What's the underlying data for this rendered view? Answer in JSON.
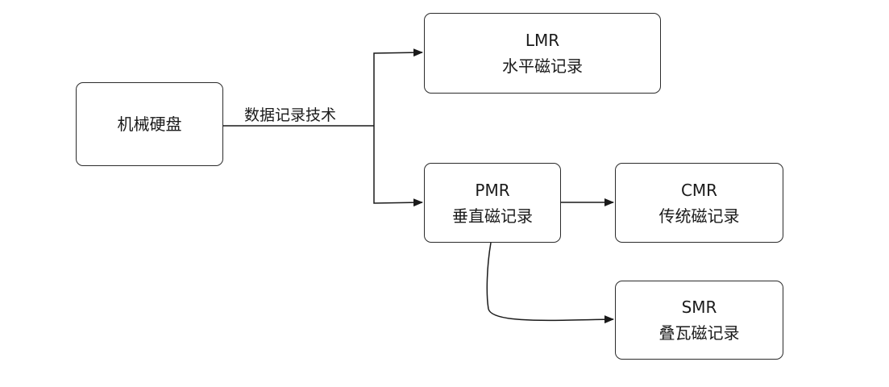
{
  "nodes": {
    "hdd": {
      "label": "机械硬盘"
    },
    "lmr": {
      "title": "LMR",
      "subtitle": "水平磁记录"
    },
    "pmr": {
      "title": "PMR",
      "subtitle": "垂直磁记录"
    },
    "cmr": {
      "title": "CMR",
      "subtitle": "传统磁记录"
    },
    "smr": {
      "title": "SMR",
      "subtitle": "叠瓦磁记录"
    }
  },
  "edges": {
    "hdd_to_branches": {
      "label": "数据记录技术"
    }
  }
}
